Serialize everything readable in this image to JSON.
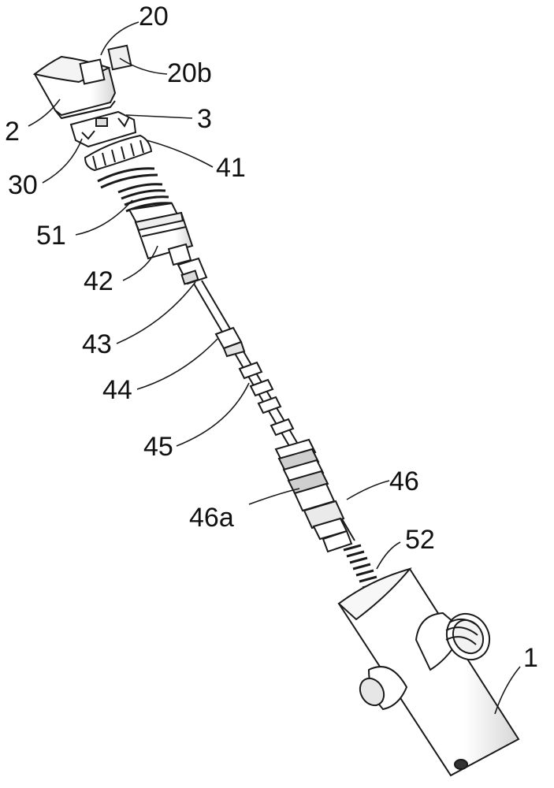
{
  "labels": {
    "l20": "20",
    "l20b": "20b",
    "l2": "2",
    "l3": "3",
    "l30": "30",
    "l41": "41",
    "l51": "51",
    "l42": "42",
    "l43": "43",
    "l44": "44",
    "l45": "45",
    "l46": "46",
    "l46a": "46a",
    "l52": "52",
    "l1": "1"
  },
  "colors": {
    "line": "#1a1a1a",
    "fill": "#ffffff",
    "shade": "#d8d8d8"
  }
}
